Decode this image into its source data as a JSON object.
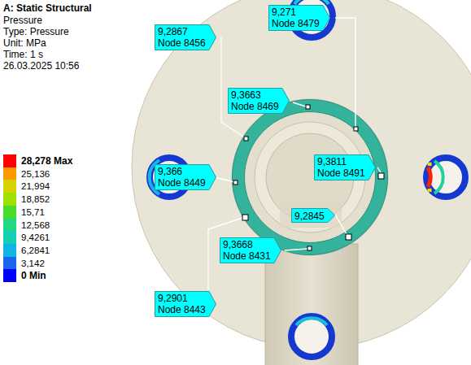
{
  "diagram": {
    "title": "A: Static Structural",
    "nodes": [
      {
        "text": [
          "9,2867",
          "Node 8456"
        ]
      },
      {
        "text": [
          "9,271",
          "Node 8479"
        ]
      },
      {
        "text": [
          "9,3663",
          "Node 8469"
        ]
      },
      {
        "text": [
          "9,366",
          "Node 8449"
        ]
      },
      {
        "text": [
          "9,3811",
          "Node 8491"
        ]
      },
      {
        "text": [
          "9,2845"
        ]
      },
      {
        "text": [
          "9,3668",
          "Node 8431"
        ]
      },
      {
        "text": [
          "9,2901",
          "Node 8443"
        ]
      }
    ],
    "labels": [
      "Pressure",
      "Type: Pressure",
      "Unit: MPa",
      "Time: 1 s",
      "26.03.2025 10:56"
    ],
    "legend": [
      {
        "text": "28,278 Max",
        "color": "#ff0000"
      },
      {
        "text": "25,136",
        "color": "#ff9900"
      },
      {
        "text": "21,994",
        "color": "#d6d400"
      },
      {
        "text": "18,852",
        "color": "#9ee000"
      },
      {
        "text": "15,71",
        "color": "#48dc2c"
      },
      {
        "text": "12,568",
        "color": "#1fd884"
      },
      {
        "text": "9,4261",
        "color": "#14cfb4"
      },
      {
        "text": "6,2841",
        "color": "#12b4e6"
      },
      {
        "text": "3,142",
        "color": "#1a64f0"
      },
      {
        "text": "0 Min",
        "color": "#0000ff"
      }
    ]
  }
}
